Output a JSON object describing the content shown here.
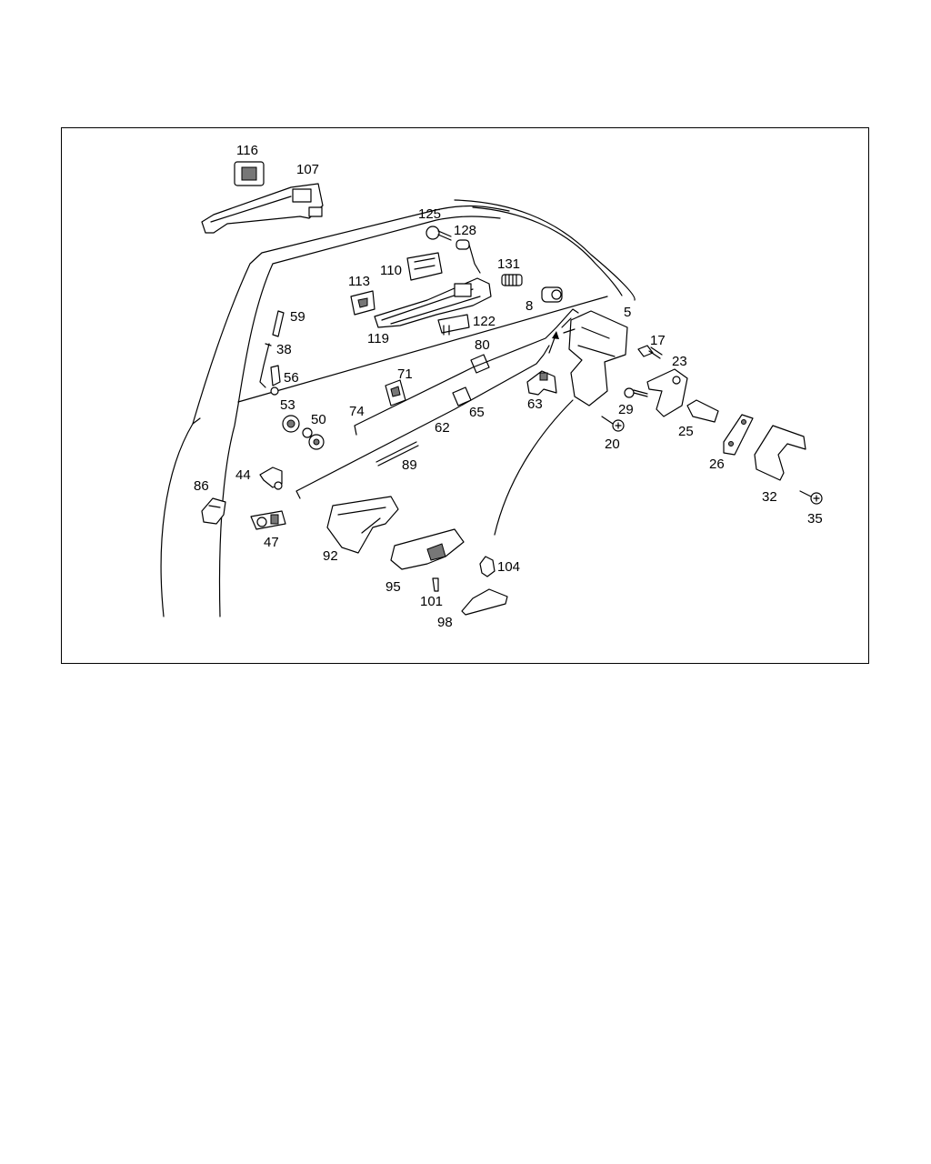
{
  "diagram": {
    "labels": {
      "p116": "116",
      "p107": "107",
      "p125": "125",
      "p128": "128",
      "p110": "110",
      "p113": "113",
      "p131": "131",
      "p8": "8",
      "p5": "5",
      "p122": "122",
      "p119": "119",
      "p59": "59",
      "p38": "38",
      "p80": "80",
      "p17": "17",
      "p23": "23",
      "p56": "56",
      "p71": "71",
      "p63": "63",
      "p29": "29",
      "p74": "74",
      "p65": "65",
      "p53": "53",
      "p50": "50",
      "p62": "62",
      "p20": "20",
      "p25": "25",
      "p89": "89",
      "p26": "26",
      "p44": "44",
      "p86": "86",
      "p32": "32",
      "p35": "35",
      "p47": "47",
      "p92": "92",
      "p104": "104",
      "p95": "95",
      "p101": "101",
      "p98": "98"
    }
  }
}
